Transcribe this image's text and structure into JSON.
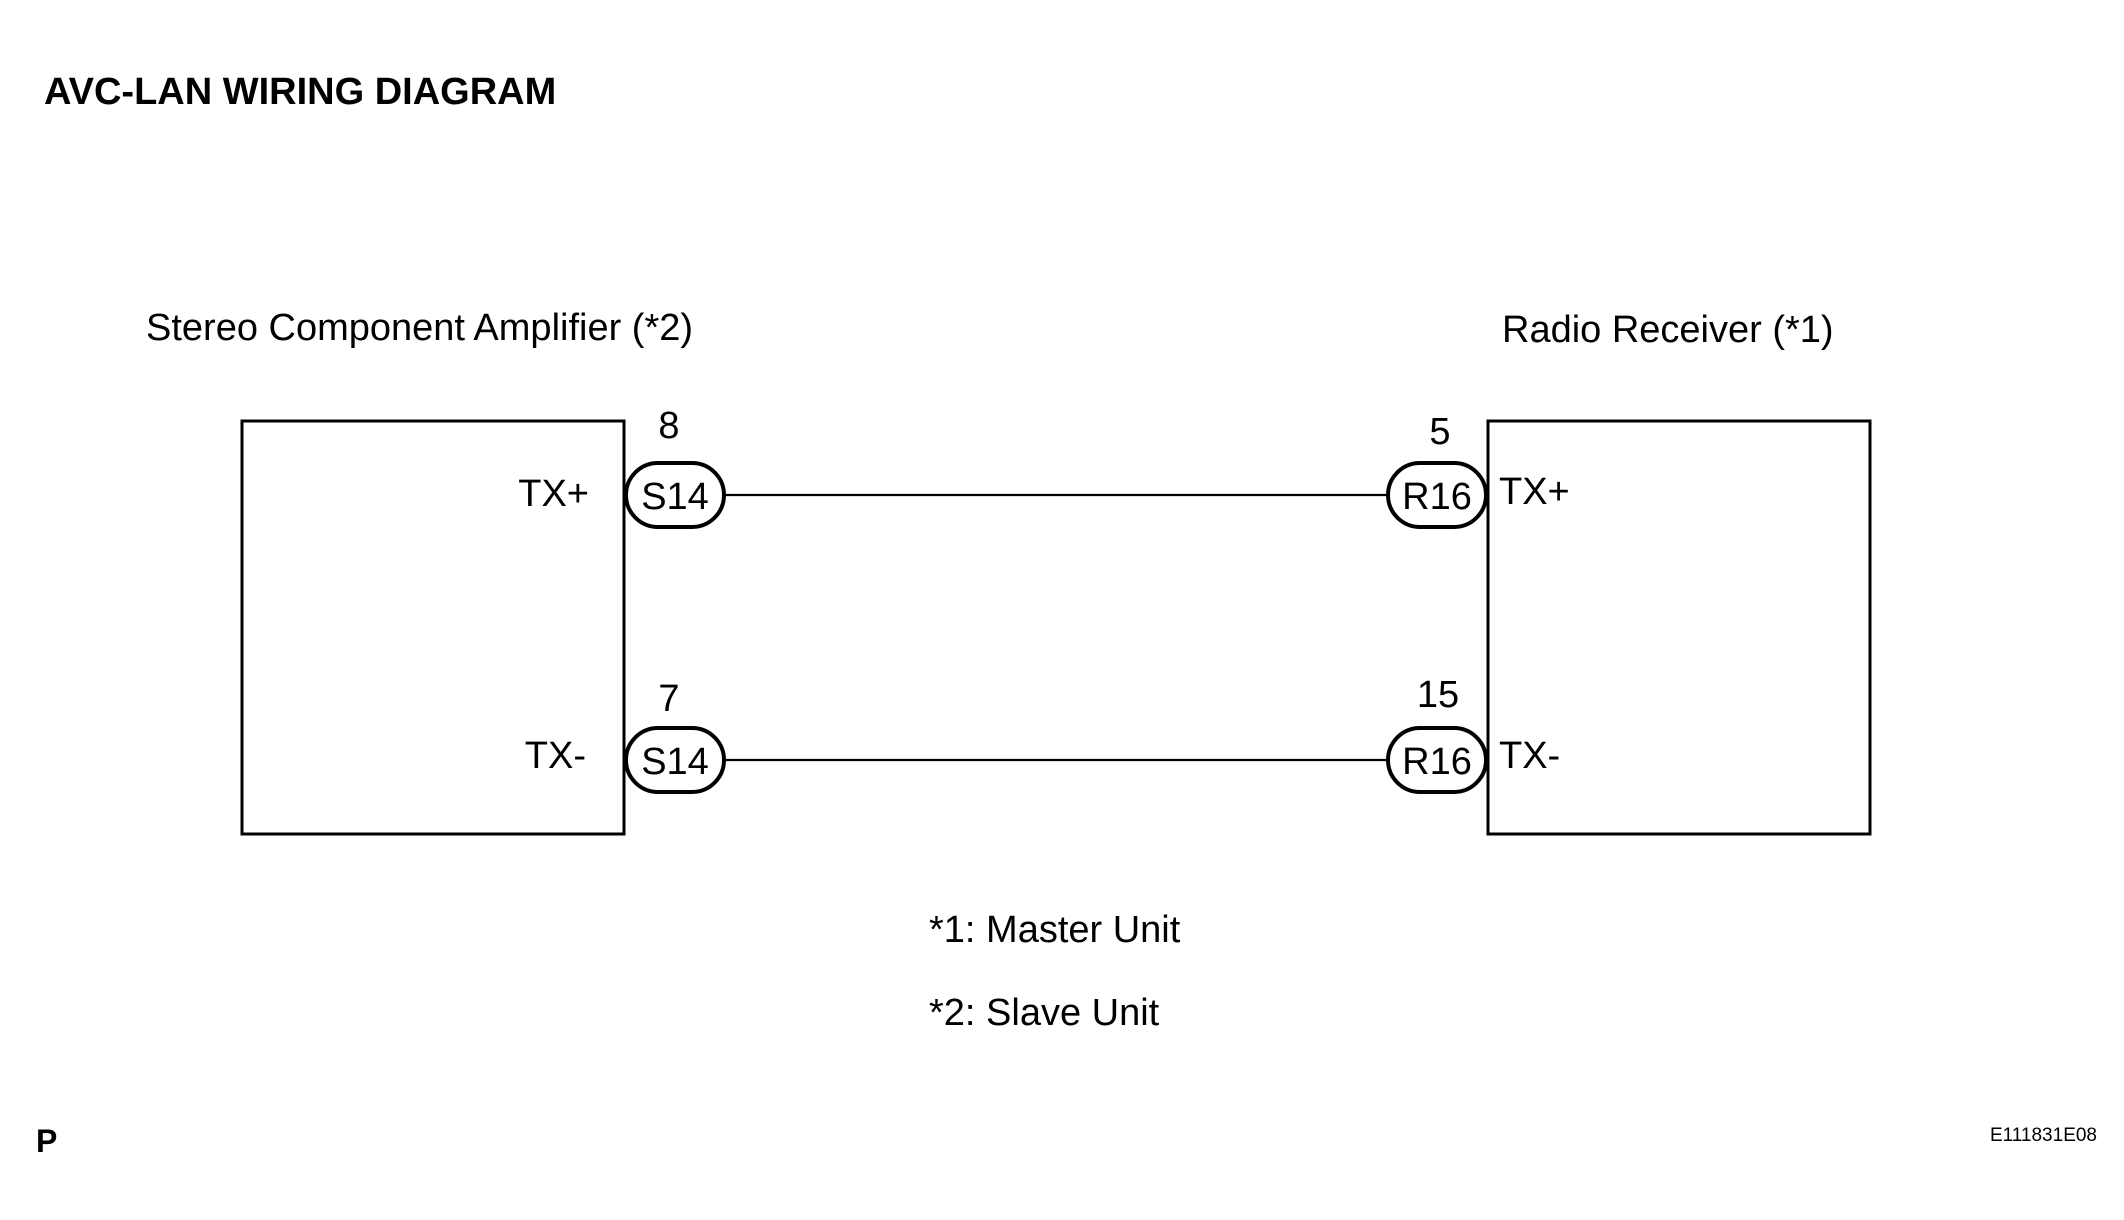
{
  "title": "AVC-LAN WIRING DIAGRAM",
  "components": {
    "left": {
      "name": "Stereo Component Amplifier (*2)"
    },
    "right": {
      "name": "Radio Receiver (*1)"
    }
  },
  "connections": [
    {
      "signal": "TX+",
      "left_pin": "8",
      "left_connector": "S14",
      "right_pin": "5",
      "right_connector": "R16",
      "left_terminal": "TX+",
      "right_terminal": "TX+"
    },
    {
      "signal": "TX-",
      "left_pin": "7",
      "left_connector": "S14",
      "right_pin": "15",
      "right_connector": "R16",
      "left_terminal": "TX-",
      "right_terminal": "TX-"
    }
  ],
  "notes": [
    "*1: Master Unit",
    "*2: Slave Unit"
  ],
  "footer": {
    "page_marker": "P",
    "figure_code": "E111831E08"
  },
  "colors": {
    "line": "#000000",
    "background": "#ffffff"
  }
}
